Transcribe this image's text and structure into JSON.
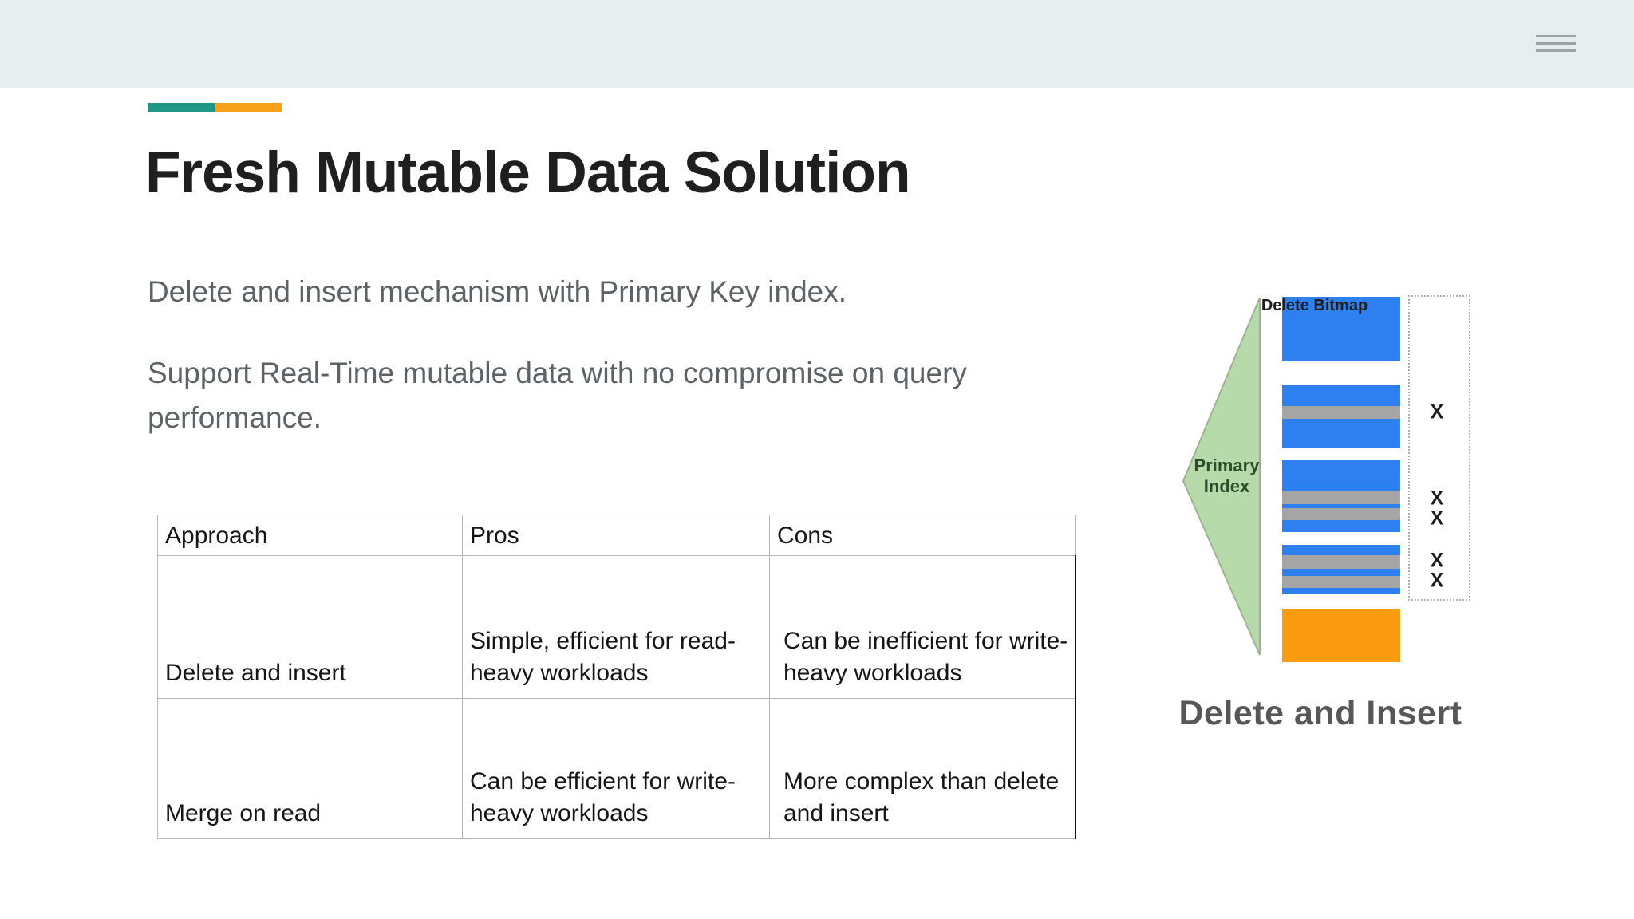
{
  "window": {
    "topbar_color": "#e8edee",
    "menu_icon": "hamburger"
  },
  "slide": {
    "title": "Fresh Mutable Data Solution",
    "accent_colors": {
      "teal": "#1f9688",
      "orange": "#f9a01b"
    },
    "paragraphs": {
      "p1": "Delete and insert mechanism with Primary Key index.",
      "p2": "Support Real-Time mutable data with no compromise on query performance."
    },
    "table": {
      "headers": [
        "Approach",
        "Pros",
        "Cons"
      ],
      "rows": [
        {
          "approach": "Delete and insert",
          "pros": "Simple, efficient for read-heavy workloads",
          "cons": "Can be inefficient for write-heavy workloads"
        },
        {
          "approach": "Merge on read",
          "pros": "Can be efficient for write-heavy workloads",
          "cons": "More complex than delete and insert"
        }
      ]
    },
    "diagram": {
      "arrow_label": "Primary Index",
      "bitmap_label": "Delete Bitmap",
      "x_marks": [
        "X",
        "X",
        "X",
        "X",
        "X"
      ],
      "caption": "Delete and Insert",
      "colors": {
        "blue": "#2e7ff0",
        "gray": "#a5a5a5",
        "orange": "#fb9b10",
        "green": "#b6daa9"
      }
    }
  }
}
